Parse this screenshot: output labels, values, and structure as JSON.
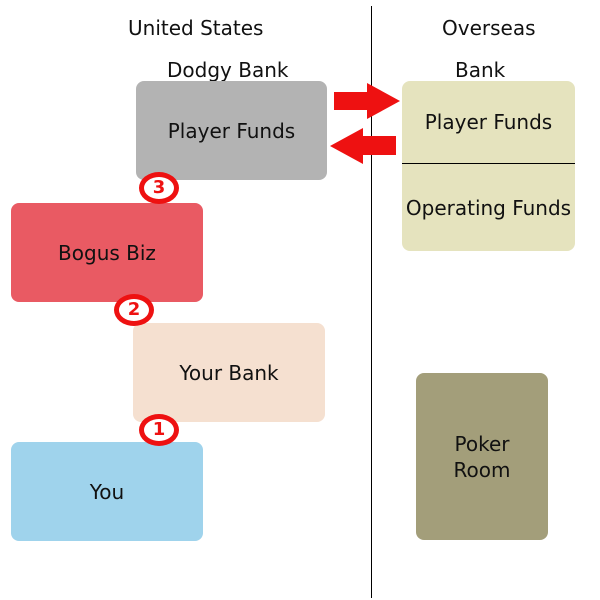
{
  "headers": {
    "left": "United States",
    "right": "Overseas"
  },
  "labels": {
    "dodgy_bank": "Dodgy Bank",
    "overseas_bank": "Bank"
  },
  "boxes": {
    "dodgy_player_funds": {
      "label": "Player Funds",
      "color": "#b3b3b3"
    },
    "bogus_biz": {
      "label": "Bogus Biz",
      "color": "#e95a63"
    },
    "your_bank": {
      "label": "Your Bank",
      "color": "#f5e0d0"
    },
    "you": {
      "label": "You",
      "color": "#9fd3ec"
    },
    "overseas_player_funds": {
      "label": "Player Funds",
      "color": "#e5e3be"
    },
    "operating_funds": {
      "label": "Operating Funds",
      "color": "#e5e3be"
    },
    "poker_room": {
      "label": "Poker Room",
      "color": "#a39e7a"
    }
  },
  "steps": [
    "1",
    "2",
    "3"
  ],
  "arrows": [
    {
      "name": "to-overseas",
      "direction": "right",
      "color": "#ee1111"
    },
    {
      "name": "to-dodgy-bank",
      "direction": "left",
      "color": "#ee1111"
    }
  ]
}
